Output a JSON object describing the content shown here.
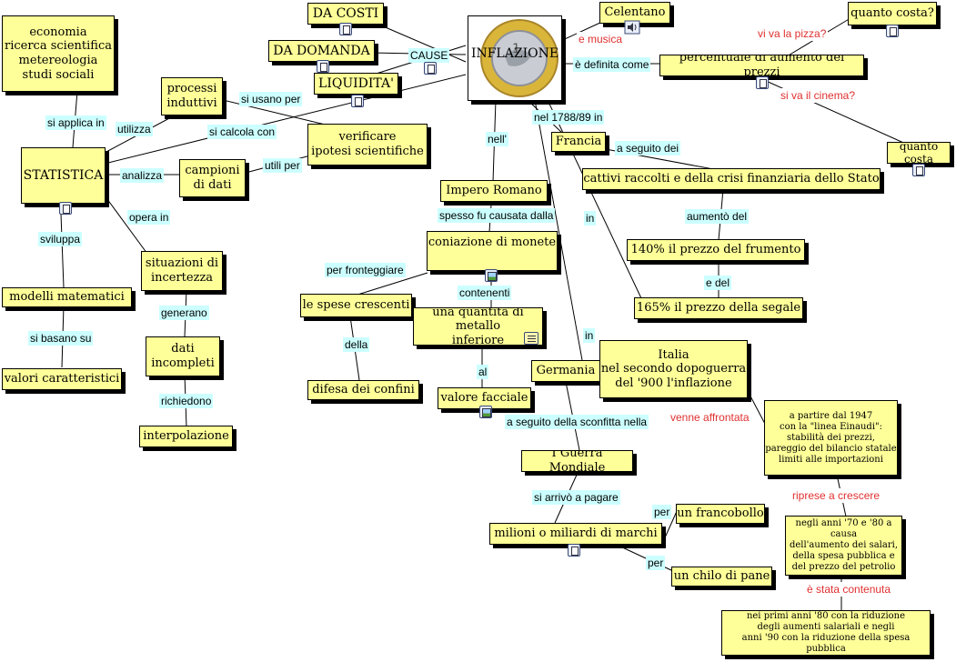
{
  "nodes": {
    "economia": "economia\nricerca scientifica\nmetereologia\nstudi sociali",
    "statistica": "STATISTICA",
    "processi": "processi\ninduttivi",
    "campioni": "campioni\ndi dati",
    "verificare": "verificare\nipotesi scientifiche",
    "situazioni": "situazioni di\nincertezza",
    "dati_incompleti": "dati\nincompleti",
    "interpolazione": "interpolazione",
    "modelli": "modelli matematici",
    "valori_caratt": "valori caratteristici",
    "da_costi": "DA COSTI",
    "da_domanda": "DA DOMANDA",
    "liquidita": "LIQUIDITA'",
    "inflazione": "INFLAZIONE",
    "celentano": "Celentano",
    "quanto_costa_1": "quanto costa?",
    "percentuale": "percentuale di aumento dei prezzi",
    "quanto_costa_2": "quanto costa",
    "francia": "Francia",
    "cattivi": "cattivi raccolti e della crisi finanziaria dello Stato",
    "frumento": "140%  il prezzo del frumento",
    "segale": "165% il prezzo della segale",
    "impero": "Impero Romano",
    "coniazione": "coniazione di monete",
    "spese": "le spese crescenti",
    "quantita": "una quantità di metallo\ninferiore",
    "difesa": "difesa dei confini",
    "valore_facciale": "valore facciale",
    "germania": "Germania",
    "italia": "Italia\nnel secondo dopoguerra\ndel '900 l'inflazione",
    "einaudi": "a partire dal 1947\ncon la \"linea Einaudi\":\nstabilità dei prezzi,\npareggio del bilancio statale\nlimiti alle importazioni",
    "anni70": "negli anni '70 e '80 a causa\ndell'aumento dei salari,\ndella spesa pubblica e\ndel prezzo del petrolio",
    "anni80": "nei primi anni '80 con la riduzione\ndegli aumenti salariali e negli\nanni '90 con la riduzione della spesa pubblica",
    "guerra": "I Guerra Mondiale",
    "milioni": "milioni o miliardi di marchi",
    "francobollo": "un francobollo",
    "pane": "un chilo di pane"
  },
  "labels": {
    "si_applica_in": "si applica in",
    "utilizza": "utilizza",
    "si_usano_per": "si usano per",
    "si_calcola_con": "si calcola con",
    "analizza": "analizza",
    "utili_per": "utili per",
    "opera_in": "opera in",
    "sviluppa": "sviluppa",
    "generano": "generano",
    "si_basano_su": "si basano su",
    "richiedono": "richiedono",
    "cause": "CAUSE",
    "e_musica": "e musica",
    "vi_va_la_pizza": "vi va la pizza?",
    "e_definita_come": "è definita come",
    "si_va_il_cinema": "si va il cinema?",
    "nel_1788": "nel 1788/89 in",
    "nell": "nell'",
    "a_seguito_dei": "a seguito dei",
    "aumento_del": "aumentò del",
    "e_del": "e del",
    "in_1": "in",
    "in_2": "in",
    "spesso_fu": "spesso fu causata dalla",
    "per_fronteggiare": "per fronteggiare",
    "contenenti": "contenenti",
    "della": "della",
    "al": "al",
    "venne_affrontata": "venne affrontata",
    "a_seguito_sconfitta": "a seguito della sconfitta nella",
    "riprese_a_crescere": "riprese a crescere",
    "si_arrivo": "si arrivò a pagare",
    "per_1": "per",
    "per_2": "per",
    "e_stata_contenuta": "è stata contenuta"
  }
}
